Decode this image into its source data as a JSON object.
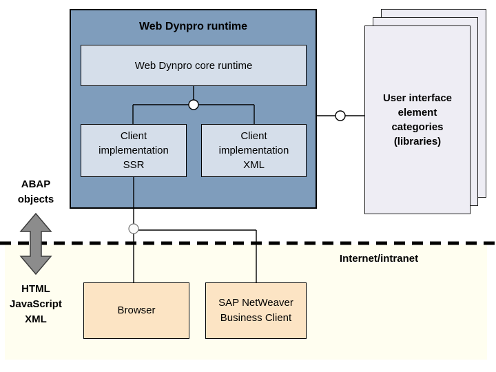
{
  "colors": {
    "runtime_fill": "#7F9DBC",
    "inner_fill": "#D5DEEA",
    "pages_fill": "#EEEDF4",
    "client_fill": "#FCE4C4",
    "zone_fill": "#FFFEF0",
    "arrow_fill": "#8C8C8C"
  },
  "runtime": {
    "title": "Web Dynpro runtime",
    "core_label": "Web Dynpro core runtime",
    "client_ssr_label": "Client\nimplementation\nSSR",
    "client_xml_label": "Client\nimplementation\nXML"
  },
  "libraries": {
    "label": "User interface\nelement\ncategories\n(libraries)"
  },
  "side_labels": {
    "abap": "ABAP\nobjects",
    "web_formats": "HTML\nJavaScript\nXML"
  },
  "network_zone": {
    "label": "Internet/intranet"
  },
  "clients": {
    "browser_label": "Browser",
    "nwbc_label": "SAP NetWeaver\nBusiness Client"
  }
}
